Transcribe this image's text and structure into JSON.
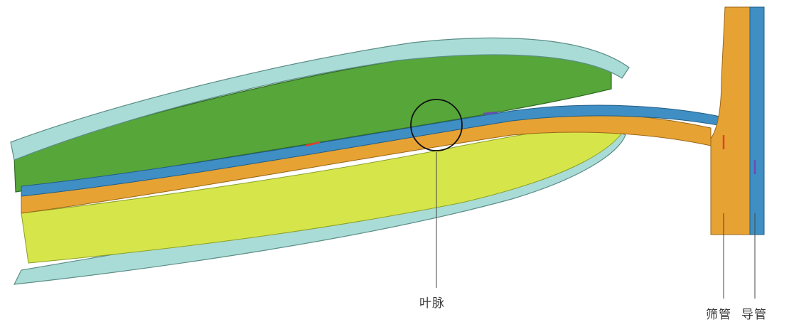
{
  "labels": {
    "vein": "叶脉",
    "sieve_tube": "筛管",
    "vessel": "导管"
  },
  "colors": {
    "epidermis": "#a9dcd6",
    "palisade": "#5aa93a",
    "spongy": "#cfe04a",
    "phloem": "#e6a233",
    "xylem": "#3f8fc4",
    "flow_arrow_red": "#e0402a",
    "flow_arrow_purple": "#6a4bb4"
  },
  "icons": {
    "highlight": "circle-outline",
    "flow": "arrow"
  }
}
